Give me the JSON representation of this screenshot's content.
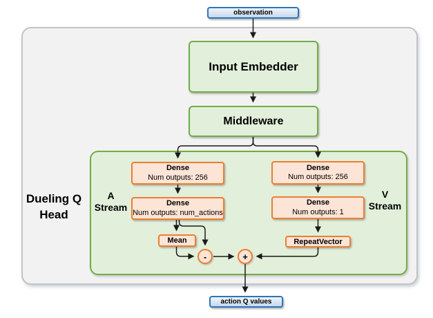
{
  "nodes": {
    "observation": {
      "label": "observation"
    },
    "input_embedder": {
      "label": "Input Embedder"
    },
    "middleware": {
      "label": "Middleware"
    },
    "dense_a1": {
      "title": "Dense",
      "subtitle": "Num outputs: 256"
    },
    "dense_a2": {
      "title": "Dense",
      "subtitle": "Num outputs: num_actions"
    },
    "dense_v1": {
      "title": "Dense",
      "subtitle": "Num outputs: 256"
    },
    "dense_v2": {
      "title": "Dense",
      "subtitle": "Num outputs: 1"
    },
    "mean": {
      "label": "Mean"
    },
    "repeat_vector": {
      "label": "RepeatVector"
    },
    "minus_op": {
      "label": "-"
    },
    "plus_op": {
      "label": "+"
    },
    "action_q_values": {
      "label": "action Q values"
    }
  },
  "labels": {
    "dueling_q_head": {
      "line1": "Dueling Q",
      "line2": "Head"
    },
    "a_stream": {
      "line1": "A",
      "line2": "Stream"
    },
    "v_stream": {
      "line1": "V",
      "line2": "Stream"
    }
  },
  "colors": {
    "green_fill": "#e2efda",
    "green_border": "#70ad47",
    "orange_fill": "#fce4d6",
    "orange_border": "#ed7d31",
    "blue_fill": "#d9e7f6",
    "blue_border": "#2e75b6",
    "gray_fill": "#f2f2f2",
    "gray_border": "#c3c3c3",
    "arrow": "#1a1a1a"
  }
}
